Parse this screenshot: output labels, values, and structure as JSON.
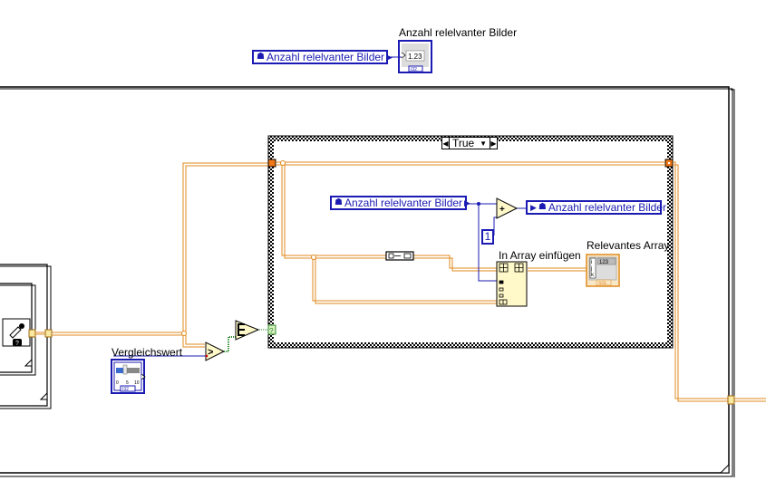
{
  "diagram": {
    "type": "LabVIEW block diagram",
    "outer_indicator": {
      "label": "Anzahl relelvanter Bilder",
      "display_value": "1.23",
      "datatype": "I32"
    },
    "outer_local_variable": {
      "name": "Anzahl relelvanter Bilder",
      "direction": "read"
    },
    "case_structure": {
      "selector_value": "True",
      "selector_arrows": {
        "left": "◀",
        "right": "▶",
        "dropdown": "▼"
      },
      "selector_terminal": "?"
    },
    "inner_local_read": {
      "name": "Anzahl relelvanter Bilder"
    },
    "inner_local_write": {
      "name": "Anzahl relelvanter Bilder"
    },
    "add_node": {
      "symbol": "+"
    },
    "constant": {
      "value": "1"
    },
    "insert_into_array": {
      "label": "In Array einfügen"
    },
    "array_indicator": {
      "label": "Relevantes Array",
      "index_labels": [
        "i",
        "j",
        "k"
      ],
      "display_value": "123",
      "datatype": "SGL"
    },
    "compare_node": {
      "symbol": ">"
    },
    "boolean_node": {
      "symbol": "Ǝ"
    },
    "control": {
      "label": "Vergleichswert",
      "scale": [
        "0",
        "5",
        "10"
      ],
      "datatype": "I32"
    },
    "colors": {
      "wire_cluster": "#e08a1e",
      "wire_numeric_blue": "#1b1bb3",
      "wire_boolean": "#2e8b2e",
      "node_fill": "#fff8c8",
      "tunnel_orange": "#f07818"
    }
  }
}
